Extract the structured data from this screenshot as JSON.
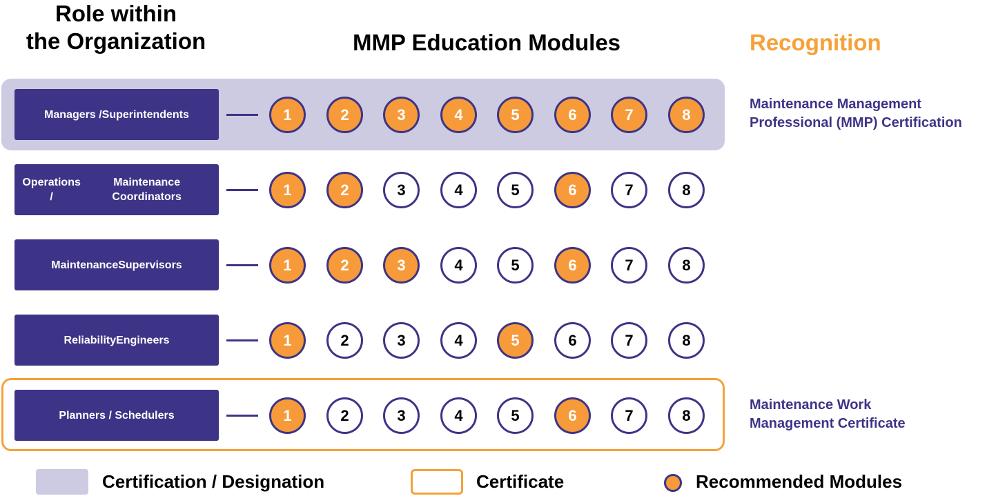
{
  "colors": {
    "role_box": "#3d3487",
    "recommended": "#f79a3a",
    "module_border": "#3d3487",
    "designation_band": "#cdcbe2",
    "certificate_border": "#f5a13a",
    "recognition_heading": "#f5a13a",
    "recognition_text": "#3d3487",
    "connector": "#3d3487"
  },
  "headers": {
    "role": [
      "Role within",
      "the Organization"
    ],
    "modules": "MMP Education Modules",
    "recognition": "Recognition"
  },
  "roles": [
    {
      "label": [
        "Managers /",
        "Superintendents"
      ],
      "modules": [
        {
          "n": "1",
          "rec": true
        },
        {
          "n": "2",
          "rec": true
        },
        {
          "n": "3",
          "rec": true
        },
        {
          "n": "4",
          "rec": true
        },
        {
          "n": "5",
          "rec": true
        },
        {
          "n": "6",
          "rec": true
        },
        {
          "n": "7",
          "rec": true
        },
        {
          "n": "8",
          "rec": true
        }
      ]
    },
    {
      "label": [
        "Operations /",
        "Maintenance Coordinators"
      ],
      "modules": [
        {
          "n": "1",
          "rec": true
        },
        {
          "n": "2",
          "rec": true
        },
        {
          "n": "3",
          "rec": false
        },
        {
          "n": "4",
          "rec": false
        },
        {
          "n": "5",
          "rec": false
        },
        {
          "n": "6",
          "rec": true
        },
        {
          "n": "7",
          "rec": false
        },
        {
          "n": "8",
          "rec": false
        }
      ]
    },
    {
      "label": [
        "Maintenance",
        "Supervisors"
      ],
      "modules": [
        {
          "n": "1",
          "rec": true
        },
        {
          "n": "2",
          "rec": true
        },
        {
          "n": "3",
          "rec": true
        },
        {
          "n": "4",
          "rec": false
        },
        {
          "n": "5",
          "rec": false
        },
        {
          "n": "6",
          "rec": true
        },
        {
          "n": "7",
          "rec": false
        },
        {
          "n": "8",
          "rec": false
        }
      ]
    },
    {
      "label": [
        "Reliability",
        "Engineers"
      ],
      "modules": [
        {
          "n": "1",
          "rec": true
        },
        {
          "n": "2",
          "rec": false
        },
        {
          "n": "3",
          "rec": false
        },
        {
          "n": "4",
          "rec": false
        },
        {
          "n": "5",
          "rec": true
        },
        {
          "n": "6",
          "rec": false
        },
        {
          "n": "7",
          "rec": false
        },
        {
          "n": "8",
          "rec": false
        }
      ]
    },
    {
      "label": [
        "Planners / Schedulers"
      ],
      "modules": [
        {
          "n": "1",
          "rec": true
        },
        {
          "n": "2",
          "rec": false
        },
        {
          "n": "3",
          "rec": false
        },
        {
          "n": "4",
          "rec": false
        },
        {
          "n": "5",
          "rec": false
        },
        {
          "n": "6",
          "rec": true
        },
        {
          "n": "7",
          "rec": false
        },
        {
          "n": "8",
          "rec": false
        }
      ]
    }
  ],
  "recognitions": [
    {
      "lines": [
        "Maintenance Management",
        "Professional (MMP) Certification"
      ]
    },
    {
      "lines": [
        "Maintenance Work",
        "Management Certificate"
      ]
    }
  ],
  "legend": {
    "designation": "Certification / Designation",
    "certificate": "Certificate",
    "recommended": "Recommended Modules"
  }
}
